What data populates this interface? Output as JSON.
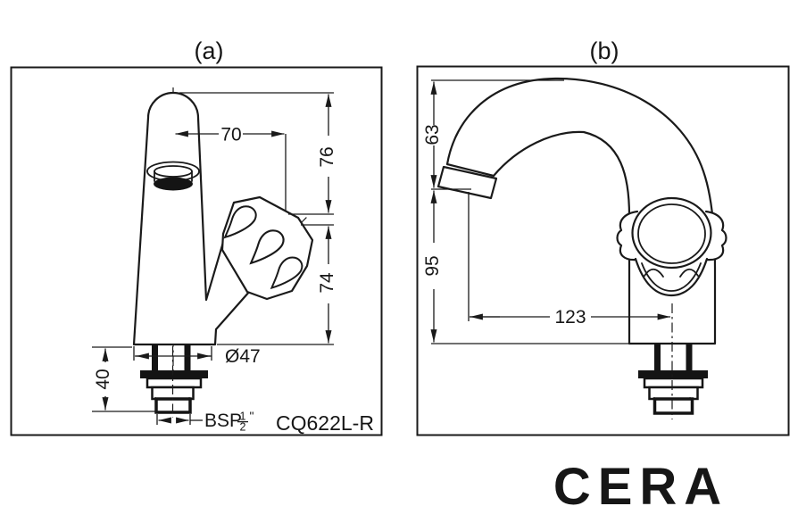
{
  "panels": [
    {
      "label": "(a)",
      "model_code": "CQ622L-R",
      "dimensions": {
        "spout_to_handle_offset": "70",
        "upper_height": "76",
        "lower_height": "74",
        "shank_length": "40",
        "base_diameter": "Ø47",
        "thread_prefix": "BSP",
        "thread_numerator": "1",
        "thread_denominator": "2",
        "thread_inches_mark": "\""
      }
    },
    {
      "label": "(b)",
      "dimensions": {
        "spout_drop": "63",
        "spout_height": "95",
        "spout_reach": "123"
      }
    }
  ],
  "logo": {
    "text": "CERA",
    "color": "#1478bd"
  },
  "drawing": {
    "ink_color": "#1a1a1a",
    "background": "#ffffff"
  }
}
